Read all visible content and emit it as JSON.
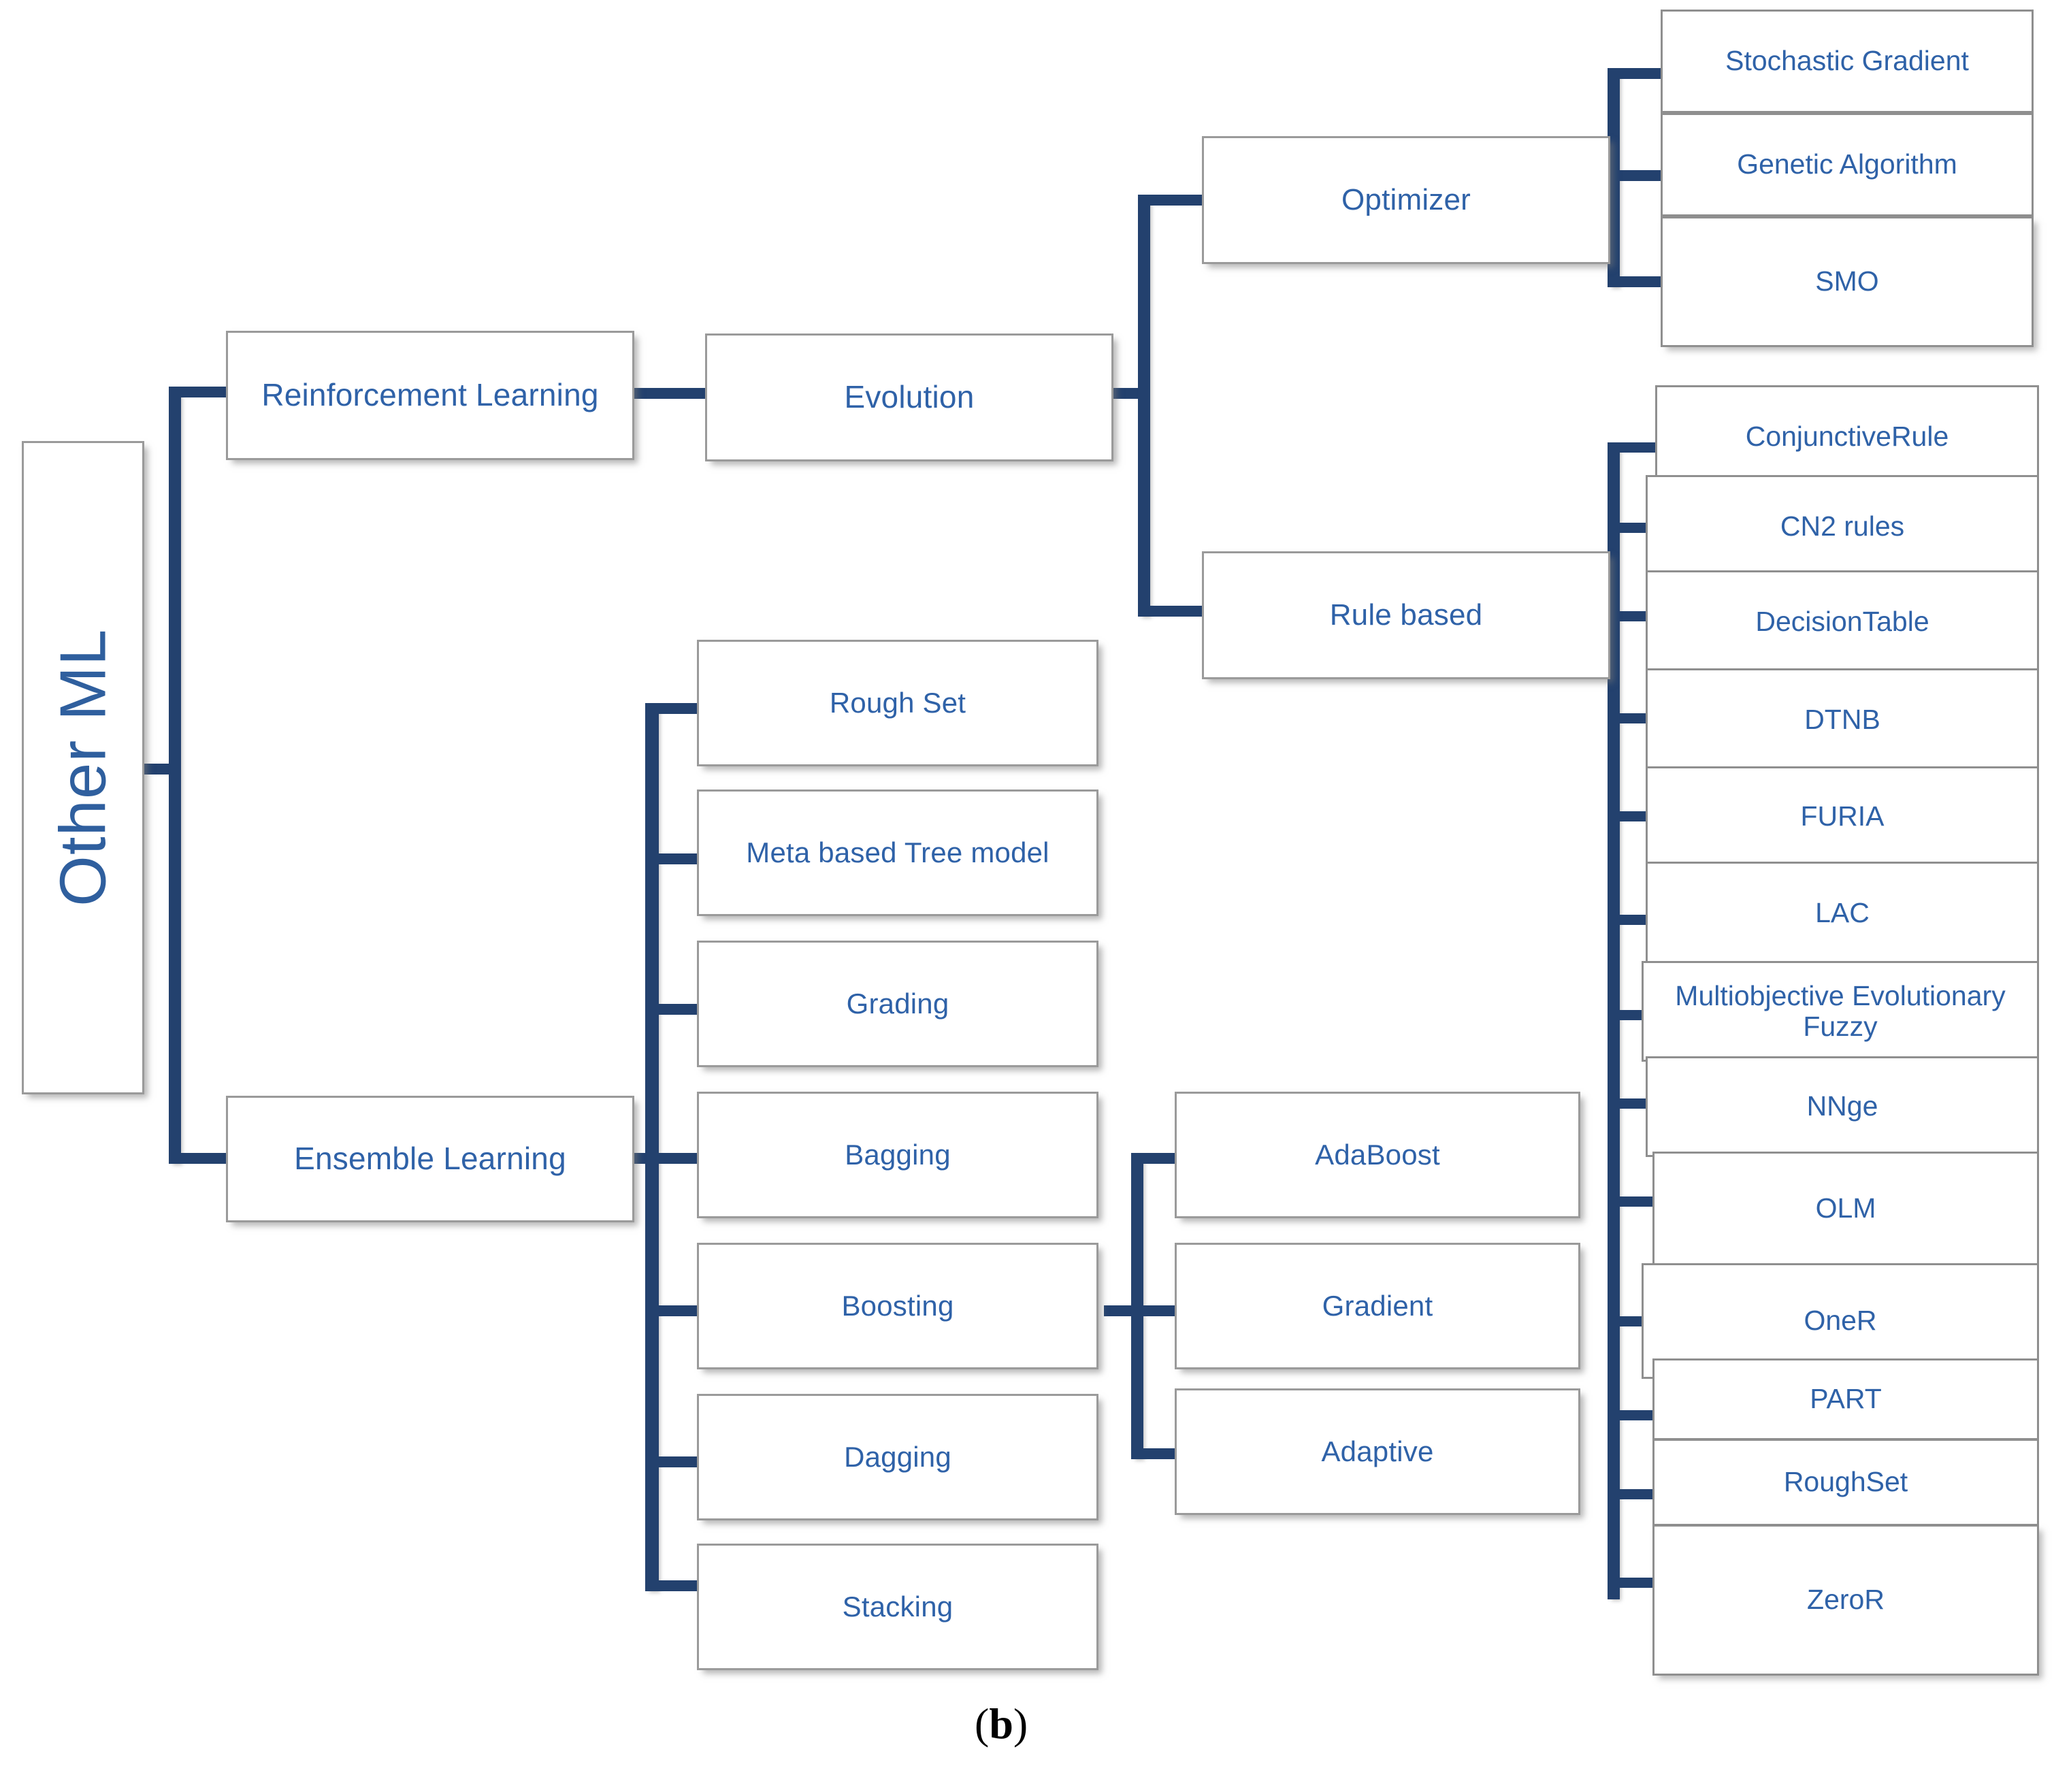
{
  "figure": {
    "caption_open": "(",
    "caption_letter": "b",
    "caption_close": ")"
  },
  "colors": {
    "node_text": "#2f62a8",
    "connector": "#23416e",
    "box_border": "#9a9a9a",
    "background": "#ffffff",
    "root_text": "#2f5f9e"
  },
  "root": {
    "label": "Other ML"
  },
  "branches": {
    "reinforcement_learning": {
      "label": "Reinforcement  Learning",
      "child": {
        "label": "Evolution",
        "children": [
          {
            "label": "Optimizer",
            "children": [
              {
                "label": "Stochastic  Gradient"
              },
              {
                "label": "Genetic Algorithm"
              },
              {
                "label": "SMO"
              }
            ]
          },
          {
            "label": "Rule based",
            "children": [
              {
                "label": "ConjunctiveRule"
              },
              {
                "label": "CN2 rules"
              },
              {
                "label": "DecisionTable"
              },
              {
                "label": "DTNB"
              },
              {
                "label": "FURIA"
              },
              {
                "label": "LAC"
              },
              {
                "label": "Multiobjective Evolutionary  Fuzzy"
              },
              {
                "label": "NNge"
              },
              {
                "label": "OLM"
              },
              {
                "label": "OneR"
              },
              {
                "label": "PART"
              },
              {
                "label": "RoughSet"
              },
              {
                "label": "ZeroR"
              }
            ]
          }
        ]
      }
    },
    "ensemble_learning": {
      "label": "Ensemble  Learning",
      "children": [
        {
          "label": "Rough  Set"
        },
        {
          "label": "Meta based  Tree model"
        },
        {
          "label": "Grading"
        },
        {
          "label": "Bagging"
        },
        {
          "label": "Boosting",
          "children": [
            {
              "label": "AdaBoost"
            },
            {
              "label": "Gradient"
            },
            {
              "label": "Adaptive"
            }
          ]
        },
        {
          "label": "Dagging"
        },
        {
          "label": "Stacking"
        }
      ]
    }
  }
}
